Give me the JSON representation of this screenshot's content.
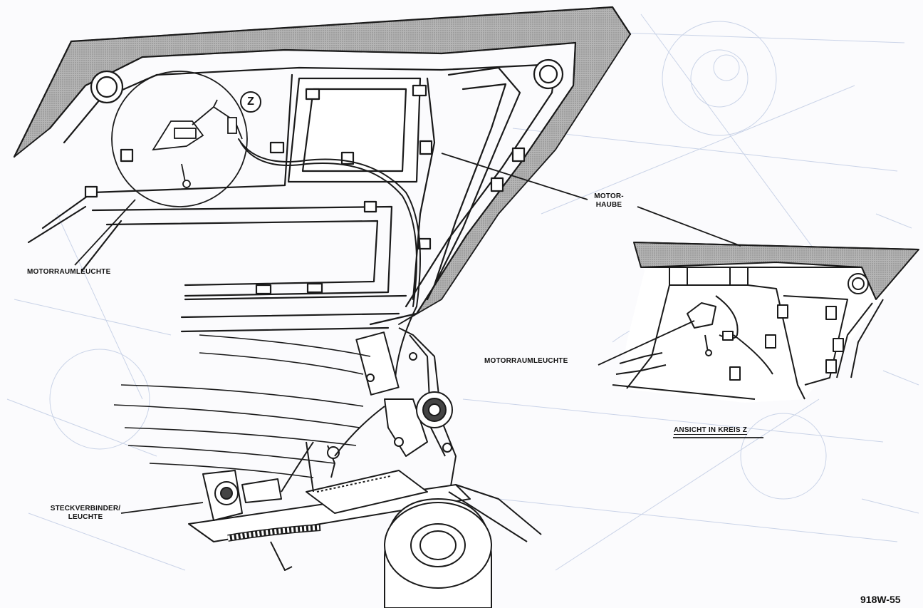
{
  "labels": {
    "motorhaube_line1": "MOTOR-",
    "motorhaube_line2": "HAUBE",
    "motorraumleuchte_main": "MOTORRAUMLEUCHTE",
    "motorraumleuchte_detail": "MOTORRAUMLEUCHTE",
    "steckverbinder_line1": "STECKVERBINDER/",
    "steckverbinder_line2": "LEUCHTE",
    "ansicht": "ANSICHT IN KREIS Z",
    "callout_z": "Z",
    "figure_code": "918W-55"
  },
  "colors": {
    "ink": "#1a1a1a",
    "panel_shade": "#9a9a9a",
    "background_blueprint": "#b9c6e0"
  }
}
